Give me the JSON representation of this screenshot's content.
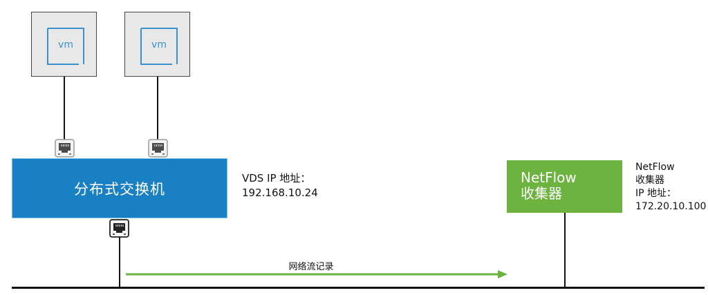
{
  "diagram": {
    "vms": [
      {
        "label": "vm"
      },
      {
        "label": "vm"
      }
    ],
    "switch": {
      "label": "分布式交换机",
      "color": "#1a80c4"
    },
    "vds_info": {
      "line1": "VDS IP 地址：",
      "line2": "192.168.10.24"
    },
    "collector": {
      "line1": "NetFlow",
      "line2": "收集器",
      "color": "#6cb33f"
    },
    "collector_info": {
      "line1": "NetFlow",
      "line2": "收集器",
      "line3": "IP 地址：",
      "line4": "172.20.10.100"
    },
    "flow": {
      "label": "网络流记录",
      "color": "#6cb33f"
    },
    "icons": {
      "vm": "vm-icon",
      "port": "ethernet-port-icon",
      "arrow": "arrow-right-icon"
    }
  }
}
